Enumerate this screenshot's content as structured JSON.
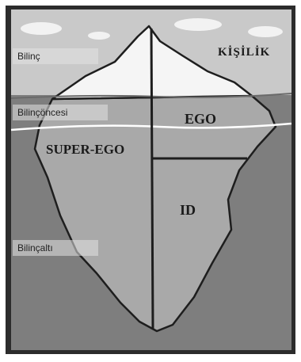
{
  "diagram": {
    "levels": {
      "conscious": "Bilinç",
      "preconscious": "Bilinçöncesi",
      "unconscious": "Bilinçaltı"
    },
    "parts": {
      "personality": "KİŞİLİK",
      "ego": "EGO",
      "superego": "SUPER-EGO",
      "id": "ID"
    },
    "colors": {
      "sky": "#c9c9c9",
      "water": "#7e7e7e",
      "iceberg_tip": "#f5f5f5",
      "iceberg_body": "#a9a9a9",
      "outline": "#1e1e1e",
      "frame": "#2a2a2a"
    }
  }
}
